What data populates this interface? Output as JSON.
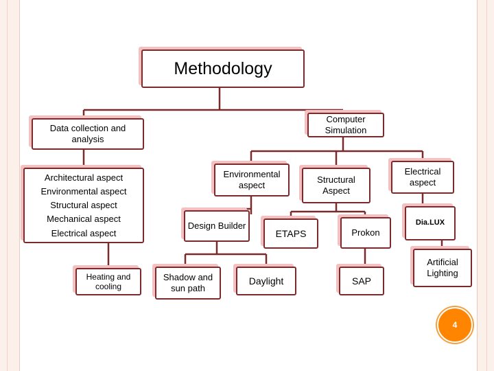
{
  "title": "Methodology",
  "nodes": {
    "data_collection": "Data collection and analysis",
    "computer_simulation": "Computer Simulation",
    "aspects_list": [
      "Architectural aspect",
      "Environmental aspect",
      "Structural aspect",
      "Mechanical aspect",
      "Electrical aspect"
    ],
    "heating_cooling": "Heating and cooling",
    "environmental_aspect": "Environmental aspect",
    "structural_aspect": "Structural Aspect",
    "electrical_aspect": "Electrical aspect",
    "design_builder": "Design Builder",
    "etaps": "ETAPS",
    "prokon": "Prokon",
    "dialux": "Dia.LUX",
    "shadow_sun": "Shadow and sun path",
    "daylight": "Daylight",
    "sap": "SAP",
    "artificial_lighting": "Artificial Lighting"
  },
  "page_number": "4",
  "colors": {
    "box_border": "#7a2a2a",
    "box_shadow": "#f3c1c1",
    "connector": "#7a2a2a",
    "badge": "#ff8400",
    "frame": "#fbf0ea"
  }
}
